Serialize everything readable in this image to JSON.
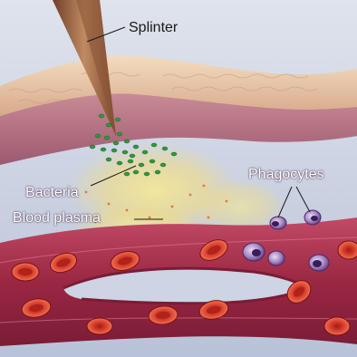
{
  "labels": {
    "splinter": "Splinter",
    "bacteria": "Bacteria",
    "blood_plasma": "Blood plasma",
    "phagocytes": "Phagocytes"
  },
  "colors": {
    "background": "#cfd6e3",
    "skin_outer": "#e9c9a4",
    "skin_inner": "#b97b8a",
    "tissue": "#c3cce0",
    "plasma_glow": "#f2e08a",
    "splinter": "#a06a4a",
    "bacteria": "#2f9a3a",
    "vessel": "#b0324d",
    "red_cell": "#d43a2c",
    "phagocyte": "#7a4a9a"
  },
  "icons": [
    "splinter-icon",
    "bacteria-icon",
    "phagocyte-icon",
    "red-blood-cell-icon"
  ]
}
